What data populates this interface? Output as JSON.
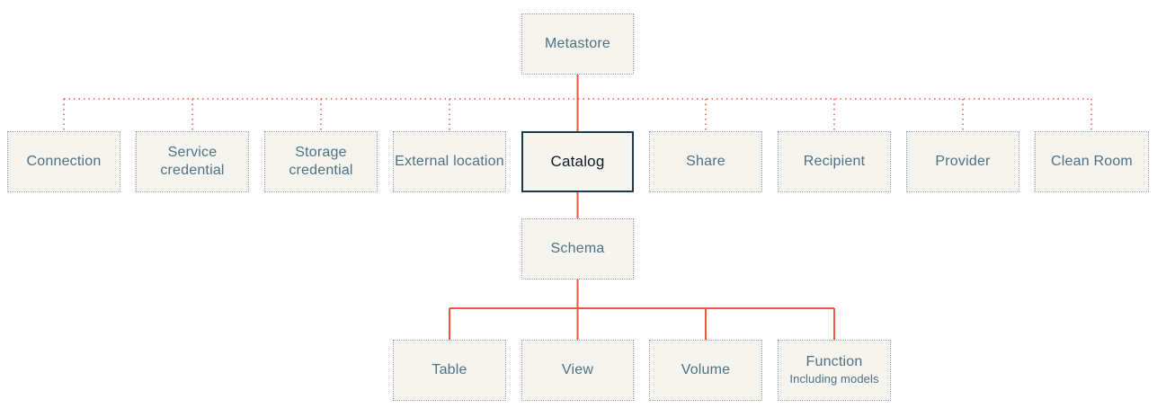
{
  "diagram": {
    "type": "hierarchy",
    "colors": {
      "connector": "#F2563A",
      "box_fill": "#F5F4EF",
      "box_border": "#8EA6B2",
      "label_text": "#4F7183",
      "highlight_border": "#1E3B4E",
      "highlight_text": "#111D26",
      "background": "#FFFFFF"
    },
    "nodes": {
      "metastore": {
        "label": "Metastore"
      },
      "connection": {
        "label": "Connection"
      },
      "service_credential": {
        "label": "Service credential"
      },
      "storage_credential": {
        "label": "Storage credential"
      },
      "external_location": {
        "label": "External location"
      },
      "catalog": {
        "label": "Catalog",
        "highlighted": true
      },
      "share": {
        "label": "Share"
      },
      "recipient": {
        "label": "Recipient"
      },
      "provider": {
        "label": "Provider"
      },
      "clean_room": {
        "label": "Clean Room"
      },
      "schema": {
        "label": "Schema"
      },
      "table": {
        "label": "Table"
      },
      "view": {
        "label": "View"
      },
      "volume": {
        "label": "Volume"
      },
      "function": {
        "label": "Function",
        "sublabel": "Including models"
      }
    },
    "edges": [
      {
        "from": "Metastore",
        "to": "Connection",
        "style": "dotted"
      },
      {
        "from": "Metastore",
        "to": "Service credential",
        "style": "dotted"
      },
      {
        "from": "Metastore",
        "to": "Storage credential",
        "style": "dotted"
      },
      {
        "from": "Metastore",
        "to": "External location",
        "style": "dotted"
      },
      {
        "from": "Metastore",
        "to": "Catalog",
        "style": "solid"
      },
      {
        "from": "Metastore",
        "to": "Share",
        "style": "dotted"
      },
      {
        "from": "Metastore",
        "to": "Recipient",
        "style": "dotted"
      },
      {
        "from": "Metastore",
        "to": "Provider",
        "style": "dotted"
      },
      {
        "from": "Metastore",
        "to": "Clean Room",
        "style": "dotted"
      },
      {
        "from": "Catalog",
        "to": "Schema",
        "style": "solid"
      },
      {
        "from": "Schema",
        "to": "Table",
        "style": "solid"
      },
      {
        "from": "Schema",
        "to": "View",
        "style": "solid"
      },
      {
        "from": "Schema",
        "to": "Volume",
        "style": "solid"
      },
      {
        "from": "Schema",
        "to": "Function",
        "style": "solid"
      }
    ]
  }
}
